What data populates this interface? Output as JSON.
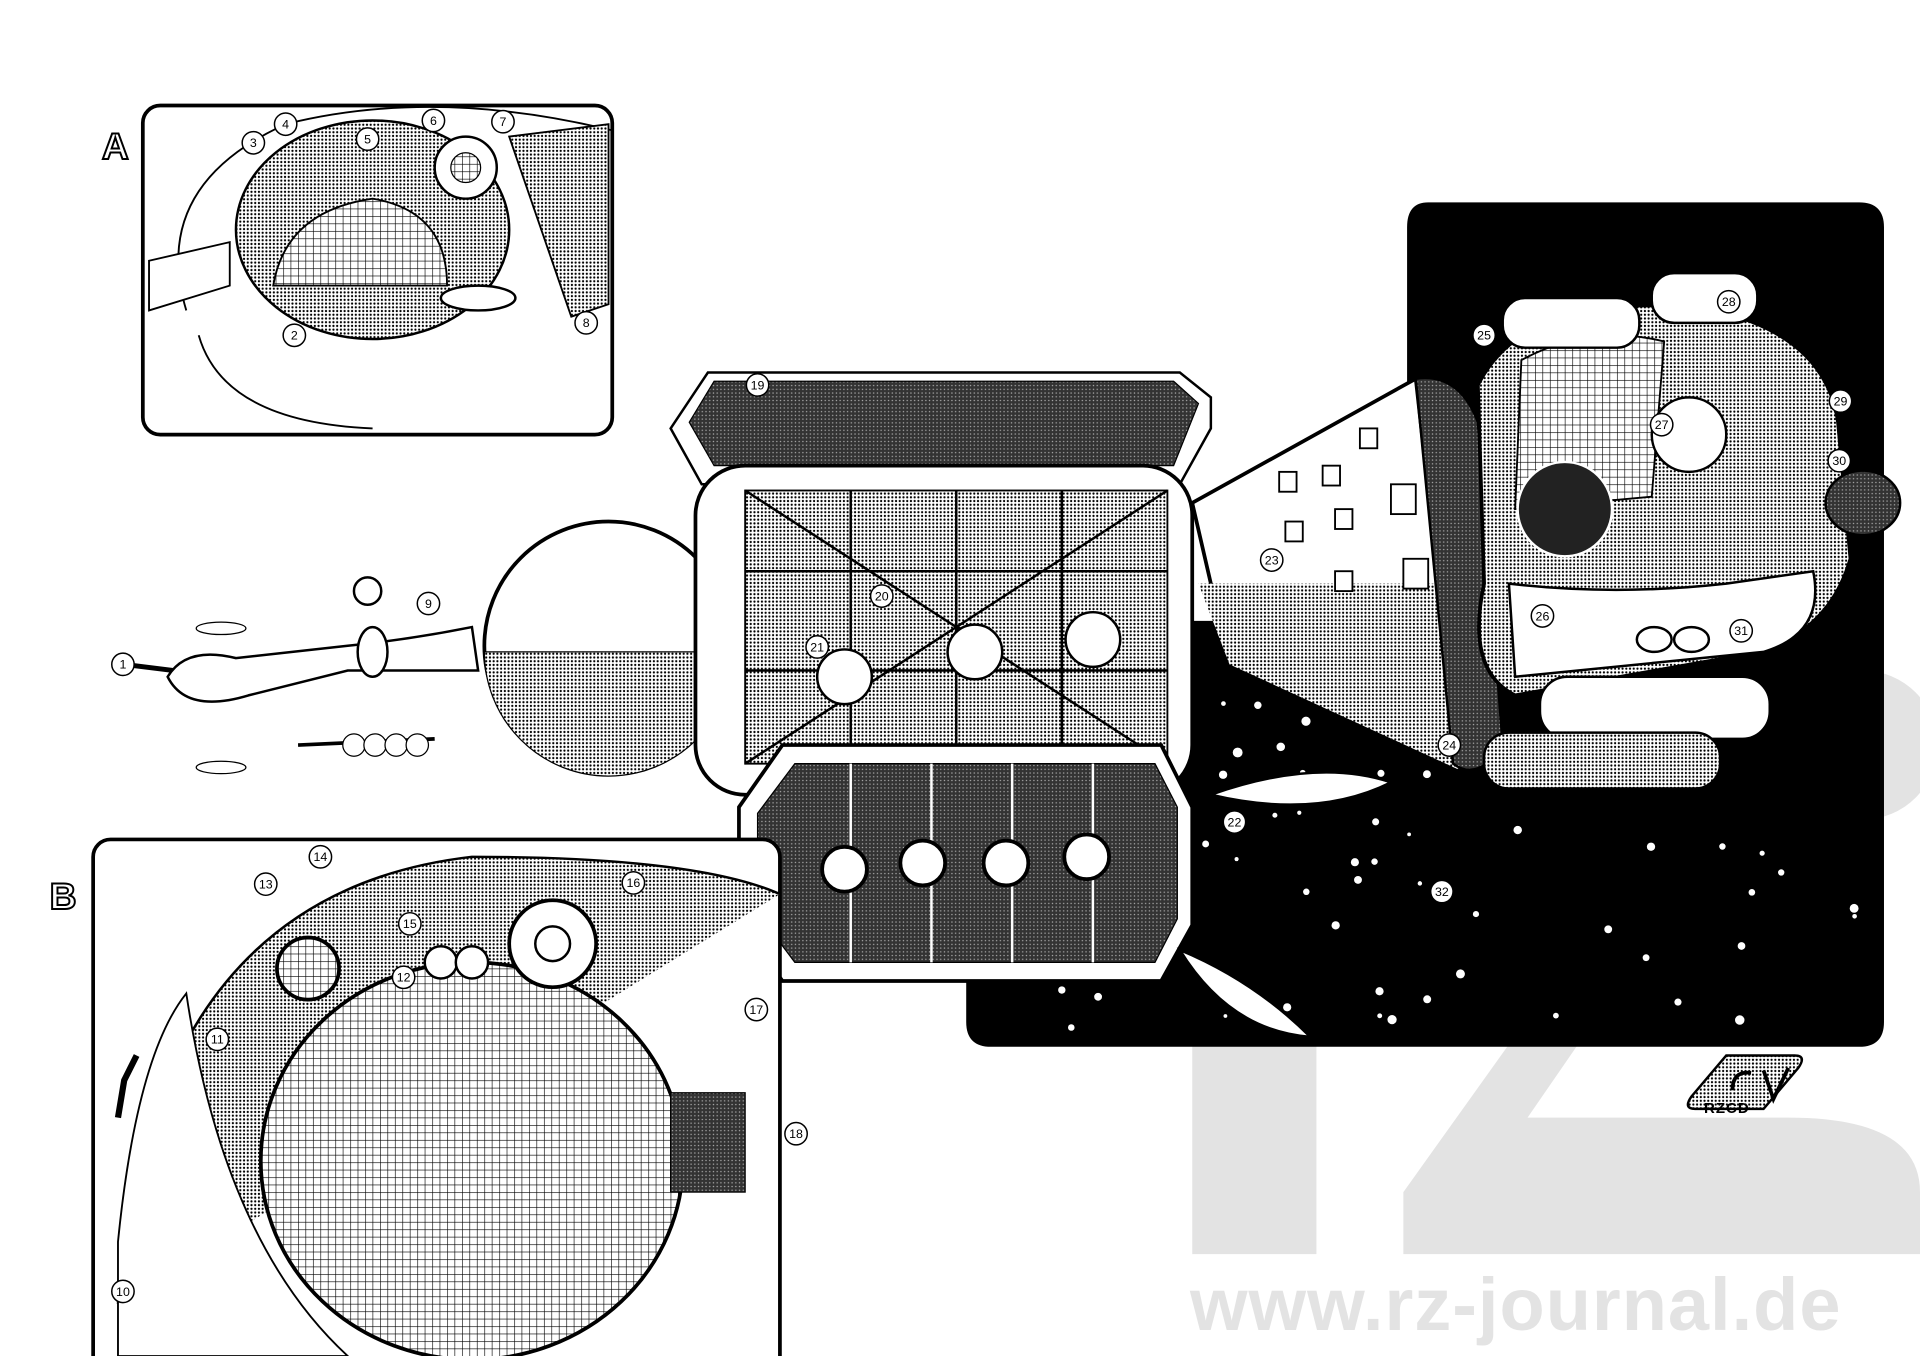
{
  "title": "Spaceship cutaway illustration",
  "panels": [
    {
      "id": "A",
      "label": "A"
    },
    {
      "id": "B",
      "label": "B"
    }
  ],
  "callouts": [
    "1",
    "2",
    "3",
    "4",
    "5",
    "6",
    "7",
    "8",
    "9",
    "10",
    "11",
    "12",
    "13",
    "14",
    "15",
    "16",
    "17",
    "18",
    "19",
    "20",
    "21",
    "22",
    "23",
    "24",
    "25",
    "26",
    "27",
    "28",
    "29",
    "30",
    "31",
    "32"
  ],
  "signature": {
    "monogram": "GV",
    "label": "RZCD"
  },
  "watermark": {
    "text": "www.rz-journal.de",
    "logo": "rz"
  },
  "colors": {
    "ink": "#000000",
    "paper": "#ffffff",
    "watermark": "#e3e3e3",
    "space": "#000000"
  }
}
